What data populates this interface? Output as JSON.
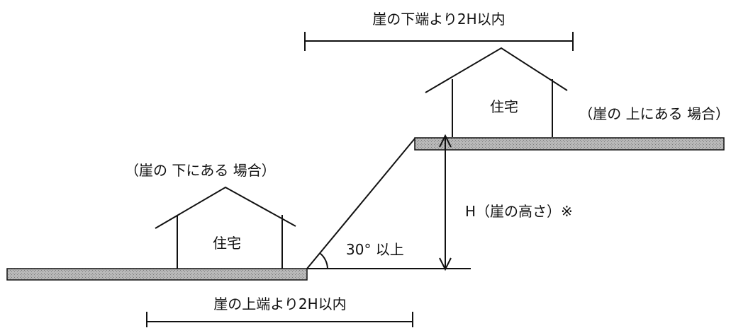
{
  "labels": {
    "top_range": "崖の下端より2H以内",
    "bottom_range": "崖の上端より2H以内",
    "house_upper": "住宅",
    "house_lower": "住宅",
    "case_upper": "（崖の 上にある 場合）",
    "case_lower": "（崖の 下にある 場合）",
    "height": "H（崖の高さ）※",
    "angle": "30°  以上"
  },
  "colors": {
    "ground_fill": "#b9b9b9",
    "line": "#111111",
    "background": "#ffffff"
  }
}
